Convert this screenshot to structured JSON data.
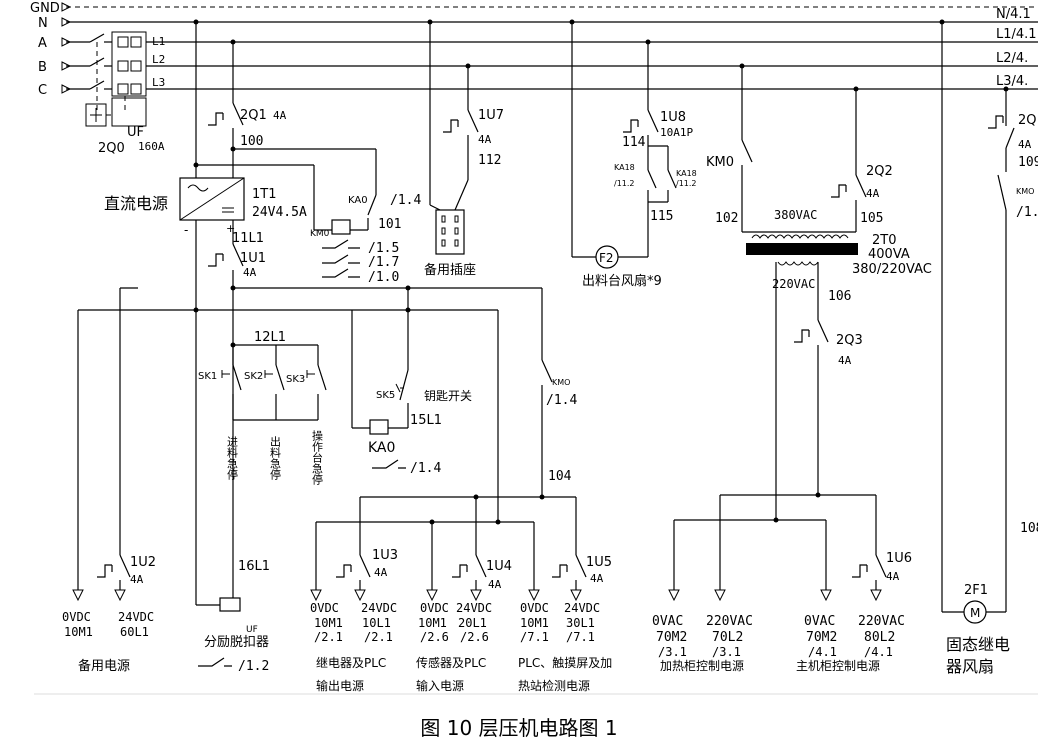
{
  "bus": {
    "gnd": "GND",
    "n": "N",
    "a": "A",
    "b": "B",
    "c": "C",
    "n_ref": "N/4.1",
    "l1_ref": "L1/4.1",
    "l2_ref": "L2/4.",
    "l3_ref": "L3/4."
  },
  "breaker_main": {
    "phase1": "L1",
    "phase2": "L2",
    "phase3": "L3",
    "uf": "UF",
    "name": "2Q0",
    "rating": "160A"
  },
  "q2q1": {
    "name": "2Q1",
    "rating": "4A",
    "wire": "100"
  },
  "power_supply": {
    "label": "直流电源",
    "name": "1T1",
    "spec": "24V4.5A",
    "minus": "-",
    "plus": "+",
    "out_wire": "11L1"
  },
  "ka0_coil_branch": {
    "contact": "KA0",
    "ref": "/1.4",
    "wire": "101",
    "km0": "KM0",
    "ref15": "/1.5",
    "ref17": "/1.7",
    "ref10": "/1.0"
  },
  "u1": {
    "name": "1U1",
    "rating": "4A"
  },
  "u7": {
    "name": "1U7",
    "rating": "4A",
    "wire": "112",
    "label": "备用插座"
  },
  "u8": {
    "name": "1U8",
    "rating": "10A1P",
    "wire_in": "114",
    "wire_out": "115",
    "ka18a": "KA18",
    "ka18a_ref": "/11.2",
    "ka18b": "KA18",
    "ka18b_ref": "/11.2",
    "fan": "F2",
    "fan_label": "出料台风扇*9"
  },
  "transformer": {
    "km0": "KM0",
    "w102": "102",
    "primary": "380VAC",
    "w105": "105",
    "q2q2": "2Q2",
    "q2q2_rating": "4A",
    "name": "2T0",
    "va": "400VA",
    "ratio": "380/220VAC",
    "secondary": "220VAC",
    "w106": "106",
    "q2q3": "2Q3",
    "q2q3_rating": "4A"
  },
  "right_edge": {
    "q2q": "2Q",
    "q_rating": "4A",
    "w109": "109",
    "km0": "KMO",
    "km0_ref": "/1.",
    "w108": "108",
    "fan": "2F1",
    "motor": "M",
    "fan_label1": "固态继电",
    "fan_label2": "器风扇"
  },
  "emergency": {
    "wire": "12L1",
    "sk1": "SK1",
    "sk2": "SK2",
    "sk3": "SK3",
    "label1": "进料急停",
    "label2": "出料急停",
    "label3": "操作台急停",
    "out_wire": "16L1",
    "uf": "UF",
    "shunt_label": "分励脱扣器",
    "shunt_ref": "/1.2"
  },
  "key_switch": {
    "sk5": "SK5",
    "label": "钥匙开关",
    "wire": "15L1",
    "coil": "KA0",
    "ref": "/1.4"
  },
  "km0_contact": {
    "label": "KMO",
    "ref": "/1.4",
    "wire": "104"
  },
  "u2": {
    "name": "1U2",
    "rating": "4A",
    "ov": "0VDC",
    "ov_wire": "10M1",
    "v24": "24VDC",
    "v24_wire": "60L1",
    "label": "备用电源"
  },
  "u3": {
    "name": "1U3",
    "rating": "4A",
    "ov": "0VDC",
    "ov_wire": "10M1",
    "ov_ref": "/2.1",
    "v24": "24VDC",
    "v24_wire": "10L1",
    "v24_ref": "/2.1",
    "label1": "继电器及PLC",
    "label2": "输出电源"
  },
  "u4": {
    "name": "1U4",
    "rating": "4A",
    "ov": "0VDC",
    "ov_wire": "10M1",
    "ov_ref": "/2.6",
    "v24": "24VDC",
    "v24_wire": "20L1",
    "v24_ref": "/2.6",
    "label1": "传感器及PLC",
    "label2": "输入电源"
  },
  "u5": {
    "name": "1U5",
    "rating": "4A",
    "ov": "0VDC",
    "ov_wire": "10M1",
    "ov_ref": "/7.1",
    "v24": "24VDC",
    "v24_wire": "30L1",
    "v24_ref": "/7.1",
    "label1": "PLC、触摸屏及加",
    "label2": "热站检测电源"
  },
  "heat_cab": {
    "ov": "0VAC",
    "ov_wire": "70M2",
    "ov_ref": "/3.1",
    "v220": "220VAC",
    "v220_wire": "70L2",
    "v220_ref": "/3.1",
    "label": "加热柜控制电源"
  },
  "main_cab": {
    "ov": "0VAC",
    "ov_wire": "70M2",
    "ov_ref": "/4.1",
    "v220": "220VAC",
    "v220_wire": "80L2",
    "v220_ref": "/4.1",
    "label": "主机柜控制电源",
    "u6": "1U6",
    "u6_rating": "4A"
  },
  "caption": "图 10  层压机电路图 1"
}
